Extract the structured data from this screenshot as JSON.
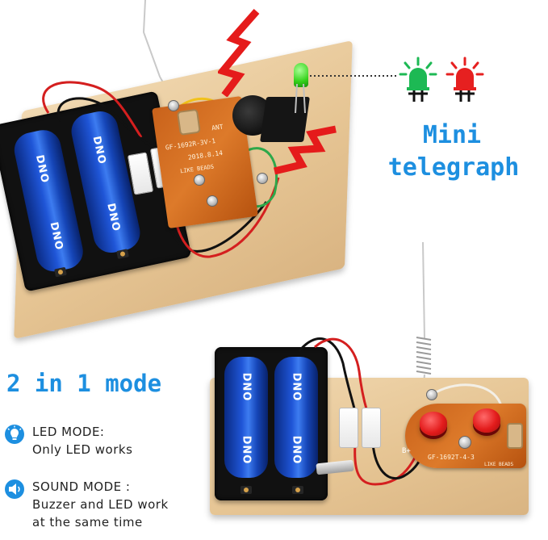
{
  "product": {
    "title_line1": "Mini",
    "title_line2": "telegraph",
    "legend": {
      "green_icon": "led-green-icon",
      "red_icon": "led-red-icon",
      "green_color": "#1db954",
      "red_color": "#e62020"
    }
  },
  "modes": {
    "heading": "2 in 1 mode",
    "led_mode": {
      "icon": "light-bulb-icon",
      "line1": "LED MODE:",
      "line2": "Only LED works"
    },
    "sound_mode": {
      "icon": "speaker-icon",
      "line1": "SOUND MODE :",
      "line2": "Buzzer and LED work",
      "line3": "at the same time"
    }
  },
  "receiver": {
    "pcb_line1": "GF-1692R-3V-1",
    "pcb_line2": "2018.8.14",
    "pcb_brand": "LIKE BEADS",
    "pcb_tag": "ANT",
    "battery_brand": "DNO"
  },
  "transmitter": {
    "pcb_model": "GF-1692T-4-3",
    "pcb_brand": "LIKE BEADS",
    "pcb_polarity": "B+",
    "battery_brand": "DNO"
  },
  "colors": {
    "accent": "#1d8fe0",
    "lightning": "#e51b1b"
  }
}
